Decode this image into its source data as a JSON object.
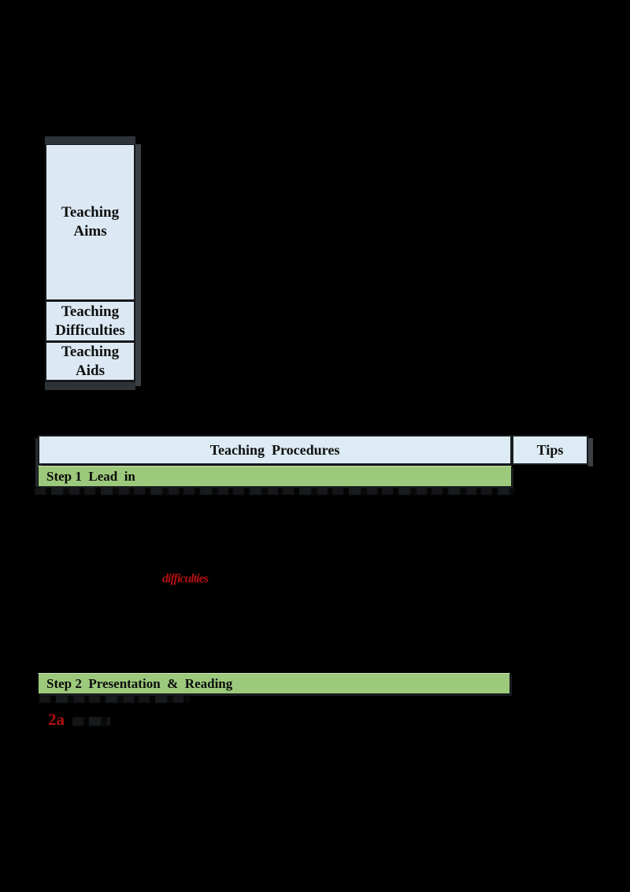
{
  "document": {
    "background_color": "#000000",
    "info_table": {
      "cell_color": "#dce9f4",
      "rows": [
        {
          "label": "Teaching\nAims"
        },
        {
          "label": "Teaching\nDifficulties"
        },
        {
          "label": "Teaching\nAids"
        }
      ]
    },
    "procedures_table": {
      "header_color": "#dcebf4",
      "step_color": "#9cc97c",
      "header": {
        "procedures_label": "Teaching  Procedures",
        "tips_label": "Tips"
      },
      "steps": [
        {
          "label": "Step 1  Lead  in"
        },
        {
          "label": "Step 2  Presentation  &  Reading"
        }
      ]
    },
    "annotations": {
      "red_color": "#b00f0f",
      "red_word": "difficulties",
      "red_marker": "2a"
    }
  }
}
